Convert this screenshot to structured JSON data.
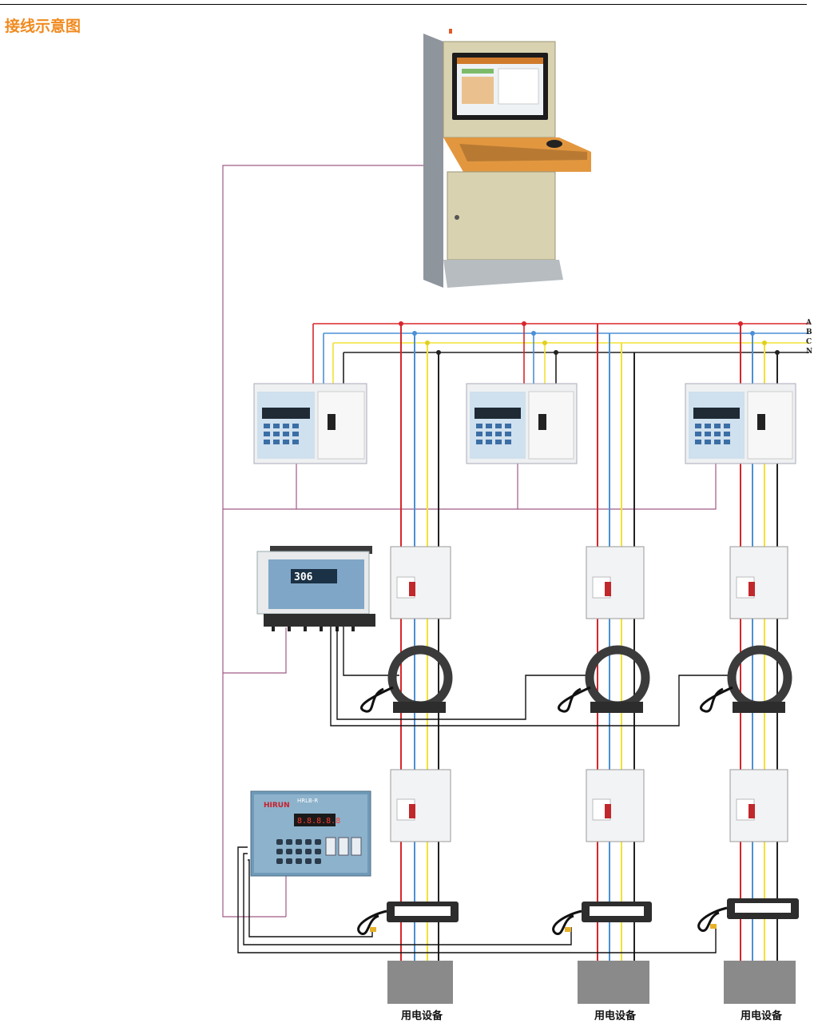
{
  "page": {
    "title": "接线示意图"
  },
  "bus": {
    "phase_labels": [
      "A",
      "B",
      "C",
      "N"
    ],
    "colors": {
      "A": "#d8262b",
      "B": "#4b90d6",
      "C": "#f2e233",
      "N": "#222222"
    }
  },
  "load_label": "用电设备",
  "panel_text": {
    "brand": "HIRUN",
    "model": "HRLB-R",
    "display_value": "306",
    "segment_value": "8.8.8.8.8"
  },
  "colors": {
    "title": "#f08a1e",
    "signal_wire": "#a05a86",
    "cabinet_body": "#d8d2b0",
    "cabinet_side": "#9fa6ad",
    "desk_orange": "#e2973f",
    "panel_blue": "#5f8fb0",
    "load_box": "#8a8a8a"
  }
}
